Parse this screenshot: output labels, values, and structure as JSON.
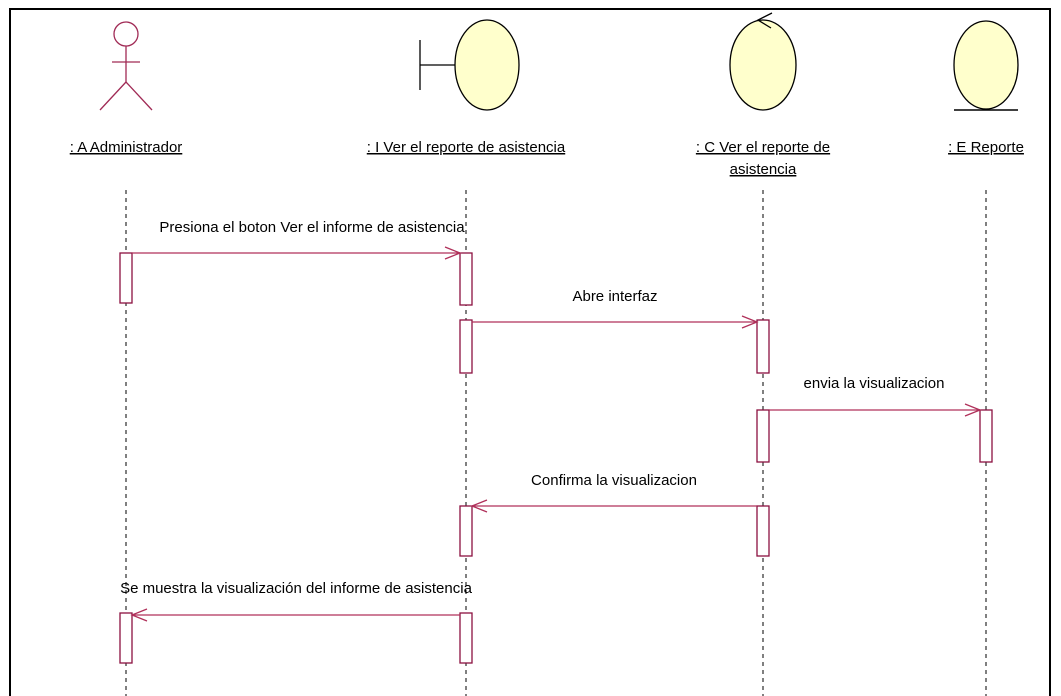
{
  "colors": {
    "frame": "#000000",
    "lifeline": "#000000",
    "activation_stroke": "#8b1040",
    "message": "#b0305a",
    "actor_stroke": "#a02a55",
    "object_fill": "#ffffcc",
    "object_stroke": "#000000",
    "text": "#000000"
  },
  "objects": [
    {
      "id": "admin",
      "kind": "actor",
      "icon": "actor-icon",
      "label_lines": [
        ": A  Administrador"
      ]
    },
    {
      "id": "interface",
      "kind": "boundary",
      "icon": "boundary-icon",
      "label_lines": [
        ": I  Ver el reporte de asistencia"
      ]
    },
    {
      "id": "control",
      "kind": "control",
      "icon": "control-icon",
      "label_lines": [
        ": C  Ver el reporte de",
        "asistencia"
      ]
    },
    {
      "id": "entity",
      "kind": "entity",
      "icon": "entity-icon",
      "label_lines": [
        ": E  Reporte"
      ]
    }
  ],
  "messages": [
    {
      "from": "admin",
      "to": "interface",
      "label": "Presiona el boton Ver el informe de asistencia"
    },
    {
      "from": "interface",
      "to": "control",
      "label": "Abre interfaz"
    },
    {
      "from": "control",
      "to": "entity",
      "label": "envia la visualizacion"
    },
    {
      "from": "control",
      "to": "interface",
      "label": "Confirma la visualizacion"
    },
    {
      "from": "interface",
      "to": "admin",
      "label": "Se muestra la visualización del informe de asistencia"
    }
  ]
}
